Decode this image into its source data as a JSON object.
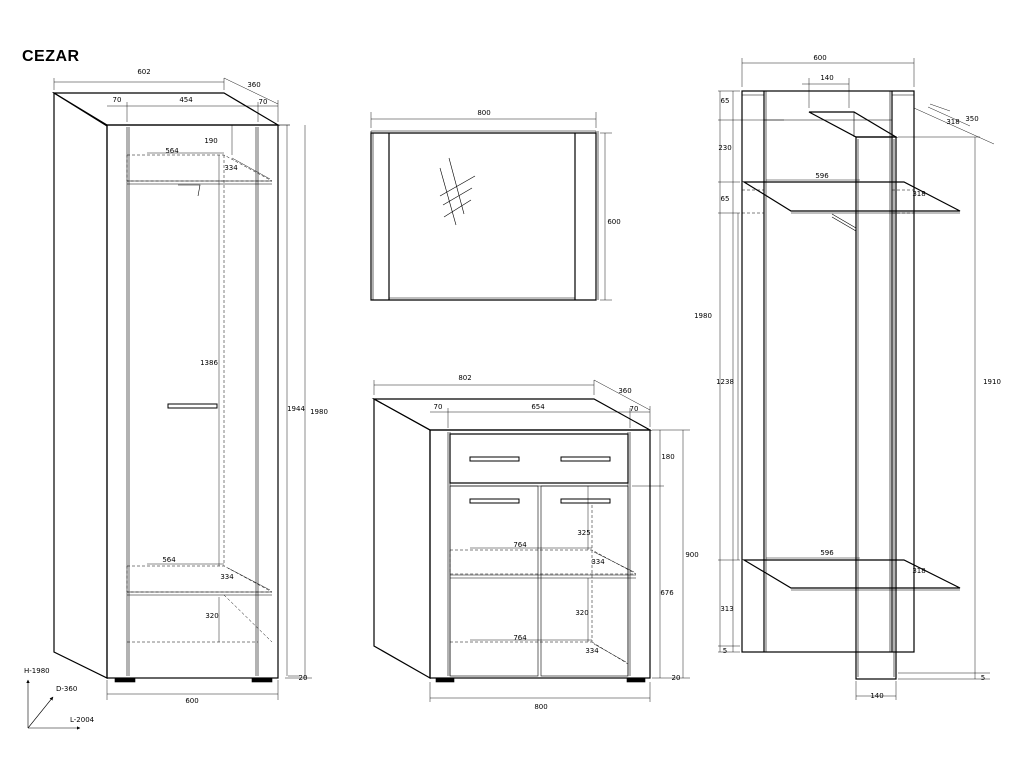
{
  "title": "CEZAR",
  "wardrobe": {
    "width_top": "602",
    "depth_top": "360",
    "left_panel": "70",
    "inner_top": "454",
    "right_panel": "70",
    "shelf_gap": "190",
    "shelf_width_top": "564",
    "shelf_depth_top": "334",
    "inner_height": "1386",
    "door_height": "1944",
    "total_height": "1980",
    "shelf_width_bottom": "564",
    "shelf_depth_bottom": "334",
    "bottom_gap": "320",
    "plinth": "20",
    "width_bottom": "600"
  },
  "mirror": {
    "width": "800",
    "height": "600"
  },
  "dresser": {
    "width_top": "802",
    "depth_top": "360",
    "left_panel": "70",
    "inner_top": "654",
    "right_panel": "70",
    "drawer_height": "180",
    "total_height": "900",
    "body_height": "676",
    "shelf_width_top": "764",
    "shelf_gap_top": "325",
    "shelf_depth_top": "334",
    "shelf_gap_bottom": "320",
    "shelf_width_bottom": "764",
    "shelf_depth_bottom": "334",
    "plinth": "20",
    "width_bottom": "800"
  },
  "hanger": {
    "width_top": "600",
    "post_width_top": "140",
    "depth_318": "318",
    "depth_350": "350",
    "top_65": "65",
    "gap_230": "230",
    "shelf_width_top": "596",
    "shelf_depth_top": "318",
    "mid_65": "65",
    "total_height": "1980",
    "gap_1238": "1238",
    "post_height": "1910",
    "shelf_width_bottom": "596",
    "shelf_depth_bottom": "318",
    "bottom_313": "313",
    "base_5_left": "5",
    "base_5_right": "5",
    "post_width_bottom": "140"
  },
  "axes": {
    "height": "H-1980",
    "depth": "D-360",
    "length": "L-2004"
  }
}
